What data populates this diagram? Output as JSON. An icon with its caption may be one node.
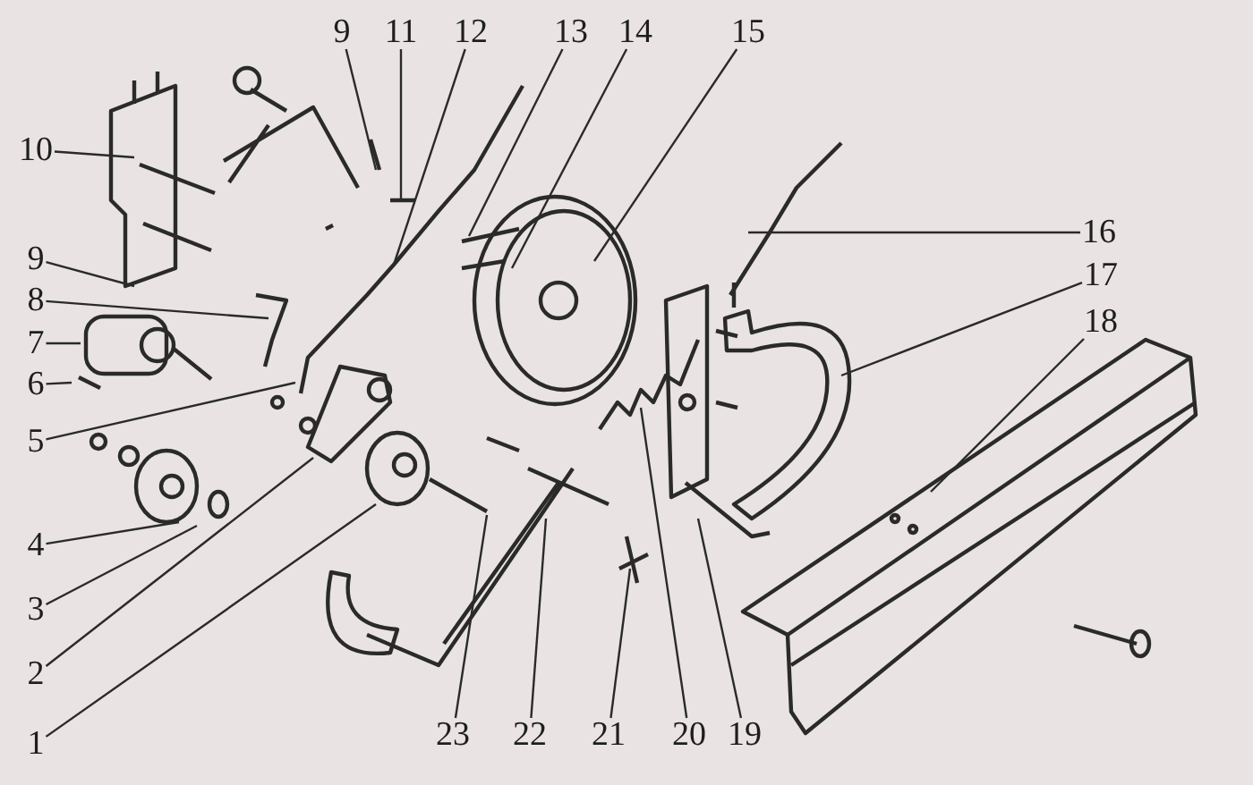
{
  "diagram": {
    "nodes": [
      {
        "text": [
          "9"
        ]
      },
      {
        "text": [
          "11"
        ]
      },
      {
        "text": [
          "12"
        ]
      },
      {
        "text": [
          "13"
        ]
      },
      {
        "text": [
          "14"
        ]
      },
      {
        "text": [
          "15"
        ]
      },
      {
        "text": [
          "10"
        ]
      },
      {
        "text": [
          "9"
        ]
      },
      {
        "text": [
          "8"
        ]
      },
      {
        "text": [
          "7"
        ]
      },
      {
        "text": [
          "6"
        ]
      },
      {
        "text": [
          "5"
        ]
      },
      {
        "text": [
          "4"
        ]
      },
      {
        "text": [
          "3"
        ]
      },
      {
        "text": [
          "2"
        ]
      },
      {
        "text": [
          "1"
        ]
      },
      {
        "text": [
          "16"
        ]
      },
      {
        "text": [
          "17"
        ]
      },
      {
        "text": [
          "18"
        ]
      },
      {
        "text": [
          "23"
        ]
      },
      {
        "text": [
          "22"
        ]
      },
      {
        "text": [
          "21"
        ]
      },
      {
        "text": [
          "20"
        ]
      },
      {
        "text": [
          "19"
        ]
      }
    ],
    "edges": [
      {
        "from": 0,
        "to": null,
        "arrow": "none"
      },
      {
        "from": 1,
        "to": null,
        "arrow": "none"
      },
      {
        "from": 2,
        "to": null,
        "arrow": "none"
      },
      {
        "from": 3,
        "to": null,
        "arrow": "none"
      },
      {
        "from": 4,
        "to": null,
        "arrow": "none"
      },
      {
        "from": 5,
        "to": null,
        "arrow": "none"
      },
      {
        "from": 6,
        "to": null,
        "arrow": "none"
      },
      {
        "from": 7,
        "to": null,
        "arrow": "none"
      },
      {
        "from": 8,
        "to": null,
        "arrow": "none"
      },
      {
        "from": 9,
        "to": null,
        "arrow": "none"
      },
      {
        "from": 10,
        "to": null,
        "arrow": "none"
      },
      {
        "from": 11,
        "to": null,
        "arrow": "none"
      },
      {
        "from": 12,
        "to": null,
        "arrow": "none"
      },
      {
        "from": 13,
        "to": null,
        "arrow": "none"
      },
      {
        "from": 14,
        "to": null,
        "arrow": "none"
      },
      {
        "from": 15,
        "to": null,
        "arrow": "none"
      },
      {
        "from": 16,
        "to": null,
        "arrow": "none"
      },
      {
        "from": 17,
        "to": null,
        "arrow": "none"
      },
      {
        "from": 18,
        "to": null,
        "arrow": "none"
      },
      {
        "from": 19,
        "to": null,
        "arrow": "none"
      },
      {
        "from": 20,
        "to": null,
        "arrow": "none"
      },
      {
        "from": 21,
        "to": null,
        "arrow": "none"
      },
      {
        "from": 22,
        "to": null,
        "arrow": "none"
      },
      {
        "from": 23,
        "to": null,
        "arrow": "none"
      }
    ]
  }
}
